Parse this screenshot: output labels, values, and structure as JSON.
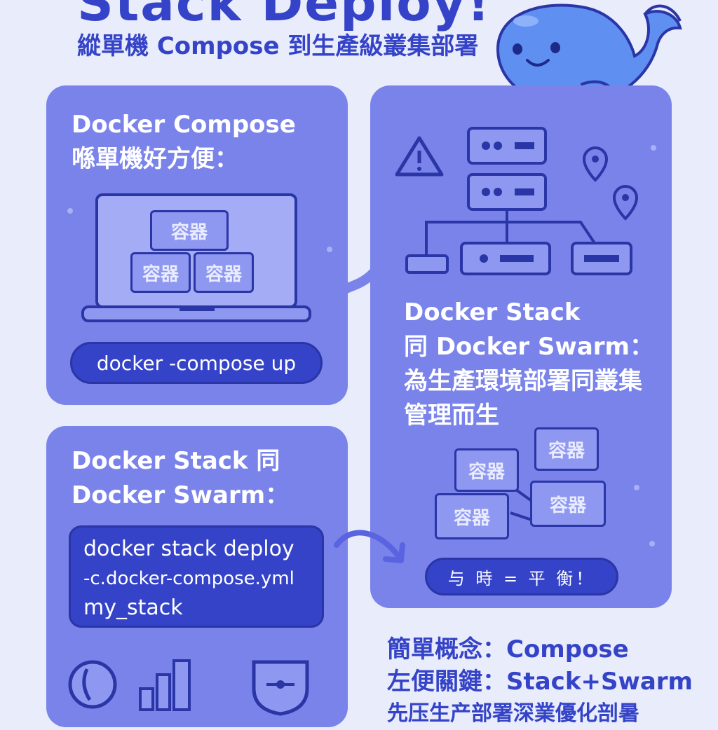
{
  "header": {
    "title": "Stack Deploy!",
    "subtitle": "縱單機 Compose 到生產級叢集部署"
  },
  "card_compose": {
    "title_line1": "Docker Compose",
    "title_line2": "喺單機好方便：",
    "boxes": [
      "容器",
      "容器",
      "容器"
    ],
    "command": "docker -compose up"
  },
  "card_swarm": {
    "title_line1": "Docker Stack",
    "title_line2": "同 Docker Swarm：",
    "desc_line1": "為生產環境部署同叢集",
    "desc_line2": "管理而生",
    "boxes": [
      "容器",
      "容器",
      "容器",
      "容器"
    ],
    "status": "与 時 = 平 衡！"
  },
  "card_stack": {
    "title_line1": "Docker Stack 同",
    "title_line2": "Docker Swarm：",
    "code_lines": [
      "docker stack deploy",
      "-c.docker-compose.yml",
      "my_stack"
    ]
  },
  "summary": {
    "line1_label": "簡單概念：",
    "line1_value": "Compose",
    "line2_label": "左便關鍵：",
    "line2_value": "Stack+Swarm",
    "line3": "先压生产部署深業優化剖暑"
  },
  "colors": {
    "background": "#e9ecfb",
    "card": "#7a83ea",
    "accent": "#3443c7",
    "whale": "#5f8ff0"
  }
}
